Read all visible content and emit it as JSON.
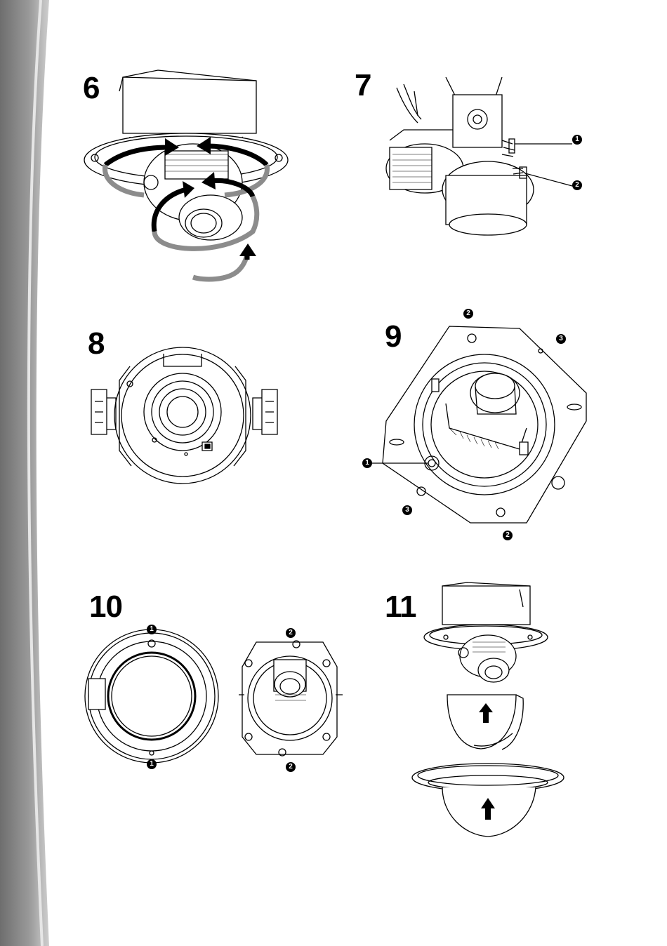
{
  "steps": [
    {
      "number": "6"
    },
    {
      "number": "7"
    },
    {
      "number": "8"
    },
    {
      "number": "9"
    },
    {
      "number": "10"
    },
    {
      "number": "11"
    }
  ],
  "callouts": {
    "one": "1",
    "two": "2",
    "three": "3"
  },
  "colors": {
    "sidebar_dark": "#7a7a7a",
    "sidebar_light": "#c4c4c4",
    "line": "#000000",
    "arrow_gray": "#8c8c8c"
  },
  "icons": {
    "rotation_arrows": "rotate-arrow-icon",
    "lift_arrow": "up-arrow-icon"
  }
}
